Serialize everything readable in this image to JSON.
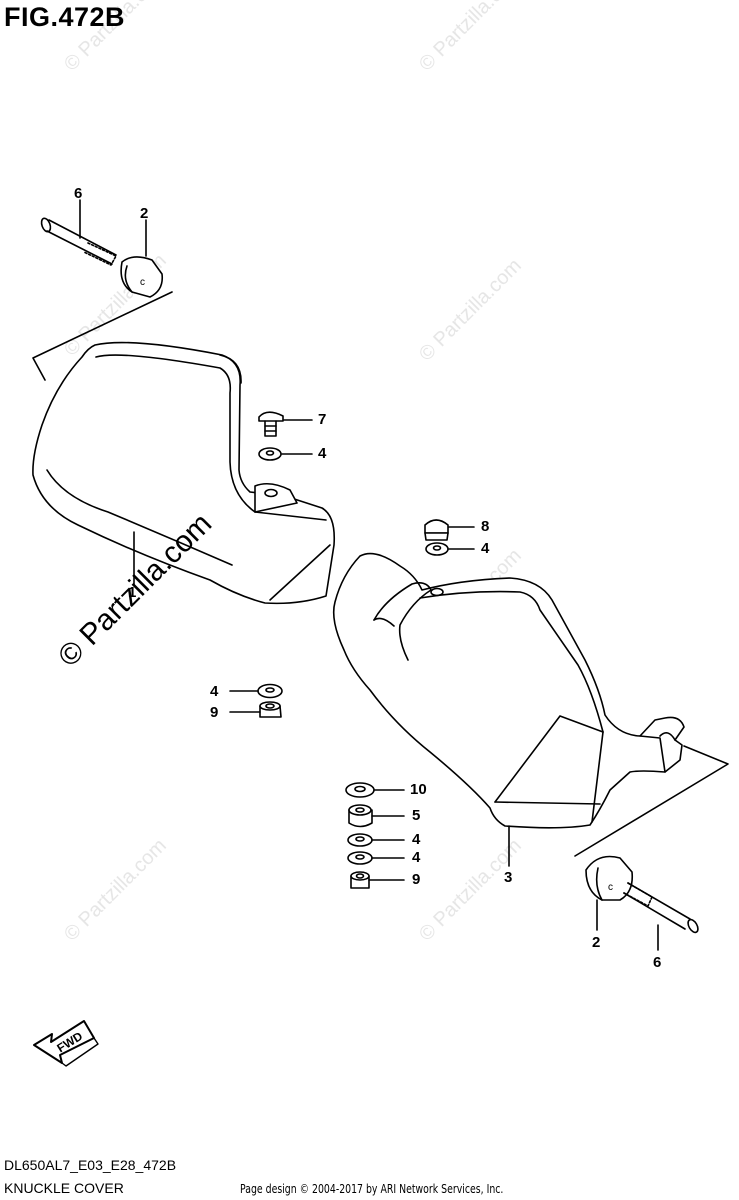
{
  "figure": {
    "title": "FIG.472B"
  },
  "callouts": [
    "6",
    "2",
    "7",
    "4",
    "1",
    "8",
    "4",
    "4",
    "9",
    "10",
    "5",
    "4",
    "4",
    "9",
    "3",
    "2",
    "6"
  ],
  "fwd_label": "FWD",
  "footer": {
    "diagram_code": "DL650AL7_E03_E28_472B",
    "caption": "KNUCKLE COVER",
    "credit": "Page design © 2004-2017 by ARI Network Services, Inc."
  },
  "watermark": {
    "text": "© Partzilla.com"
  },
  "colors": {
    "ink": "#000000",
    "paper": "#ffffff",
    "watermark": "#e6e6e6"
  }
}
